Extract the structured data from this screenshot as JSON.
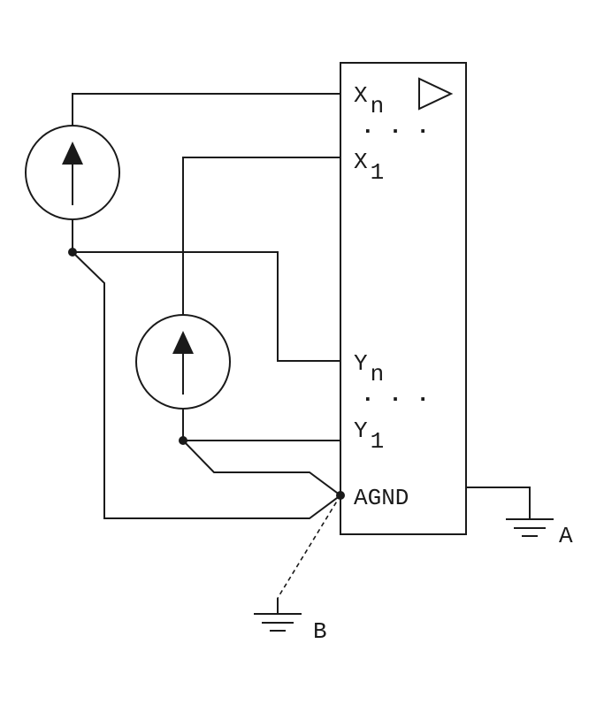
{
  "module": {
    "inputs": {
      "xn": {
        "main": "X",
        "sub": "n"
      },
      "x1": {
        "main": "X",
        "sub": "1"
      },
      "yn": {
        "main": "Y",
        "sub": "n"
      },
      "y1": {
        "main": "Y",
        "sub": "1"
      }
    },
    "ellipsis": ". . .",
    "agnd": "AGND",
    "amplifier_icon": "triangle-amplifier-icon"
  },
  "grounds": {
    "a": {
      "label": "A",
      "icon": "ground-icon"
    },
    "b": {
      "label": "B",
      "icon": "ground-icon",
      "line_style": "dashed"
    }
  },
  "sources": {
    "icon": "current-source-icon",
    "count": 2
  },
  "colors": {
    "line": "#1a1a1a",
    "background": "#ffffff"
  }
}
